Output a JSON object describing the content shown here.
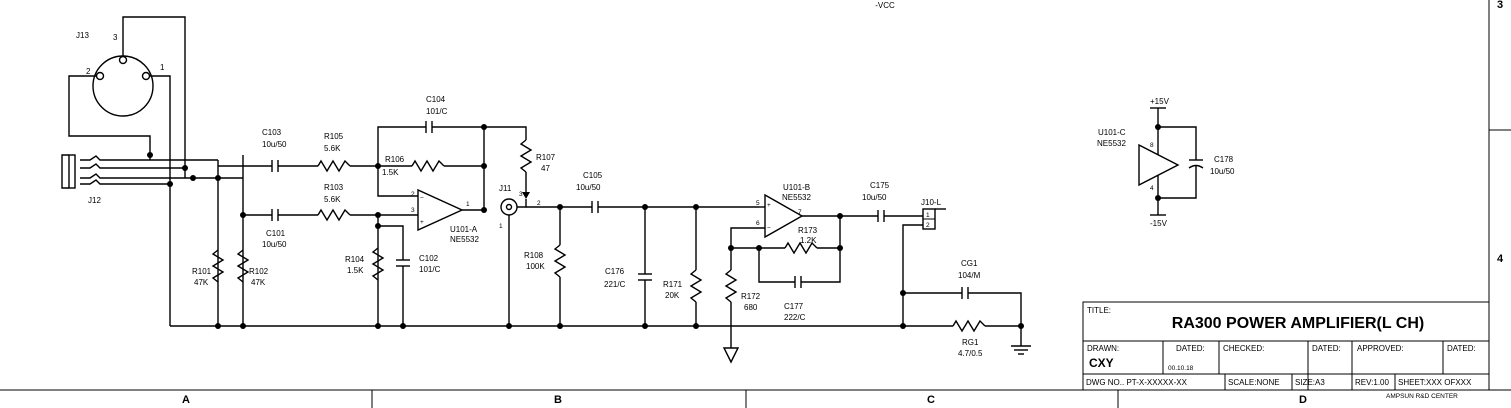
{
  "top_label": "-VCC",
  "zones": [
    "A",
    "B",
    "C",
    "D"
  ],
  "row_marks": [
    "3",
    "4"
  ],
  "connectors": {
    "j13": {
      "name": "J13",
      "pins": [
        "3",
        "2",
        "1"
      ]
    },
    "j12": {
      "name": "J12"
    },
    "j11": {
      "name": "J11",
      "pins": [
        "3",
        "2",
        "1"
      ]
    },
    "j10": {
      "name": "J10-L",
      "pins": [
        "1",
        "2"
      ]
    }
  },
  "components": {
    "c103": {
      "ref": "C103",
      "value": "10u/50"
    },
    "r105": {
      "ref": "R105",
      "value": "5.6K"
    },
    "c101": {
      "ref": "C101",
      "value": "10u/50"
    },
    "r103": {
      "ref": "R103",
      "value": "5.6K"
    },
    "c104": {
      "ref": "C104",
      "value": "101/C"
    },
    "r106": {
      "ref": "R106",
      "value": "1.5K"
    },
    "r107": {
      "ref": "R107",
      "value": "47"
    },
    "u101a": {
      "ref": "U101-A",
      "value": "NE5532",
      "pins": [
        "2",
        "3",
        "1"
      ]
    },
    "r101": {
      "ref": "R101",
      "value": "47K"
    },
    "r102": {
      "ref": "R102",
      "value": "47K"
    },
    "r104": {
      "ref": "R104",
      "value": "1.5K"
    },
    "c102": {
      "ref": "C102",
      "value": "101/C"
    },
    "c105": {
      "ref": "C105",
      "value": "10u/50"
    },
    "r108": {
      "ref": "R108",
      "value": "100K"
    },
    "c176": {
      "ref": "C176",
      "value": "221/C"
    },
    "r171": {
      "ref": "R171",
      "value": "20K"
    },
    "u101b": {
      "ref": "U101-B",
      "value": "NE5532",
      "pins": [
        "5",
        "6",
        "7"
      ]
    },
    "r173": {
      "ref": "R173",
      "value": "1.2K"
    },
    "r172": {
      "ref": "R172",
      "value": "680"
    },
    "c177": {
      "ref": "C177",
      "value": "222/C"
    },
    "c175": {
      "ref": "C175",
      "value": "10u/50"
    },
    "cg1": {
      "ref": "CG1",
      "value": "104/M"
    },
    "rg1": {
      "ref": "RG1",
      "value": "4.7/0.5"
    },
    "u101c": {
      "ref": "U101-C",
      "value": "NE5532",
      "pins": [
        "8",
        "4"
      ]
    },
    "c178": {
      "ref": "C178",
      "value": "10u/50"
    }
  },
  "power": {
    "plus": "+15V",
    "minus": "-15V"
  },
  "title_block": {
    "title_label": "TITLE:",
    "title": "RA300 POWER AMPLIFIER(L CH)",
    "drawn_label": "DRAWN:",
    "drawn": "CXY",
    "dated_label": "DATED:",
    "dated": "00.10.18",
    "checked_label": "CHECKED:",
    "dated2_label": "DATED:",
    "approved_label": "APPROVED:",
    "dated3_label": "DATED:",
    "dwg_no": "DWG NO.. PT-X-XXXXX-XX",
    "scale": "SCALE:NONE",
    "size": "SIZE:A3",
    "rev": "REV:1.00",
    "sheet": "SHEET:XXX OFXXX",
    "company": "AMPSUN R&D CENTER"
  }
}
